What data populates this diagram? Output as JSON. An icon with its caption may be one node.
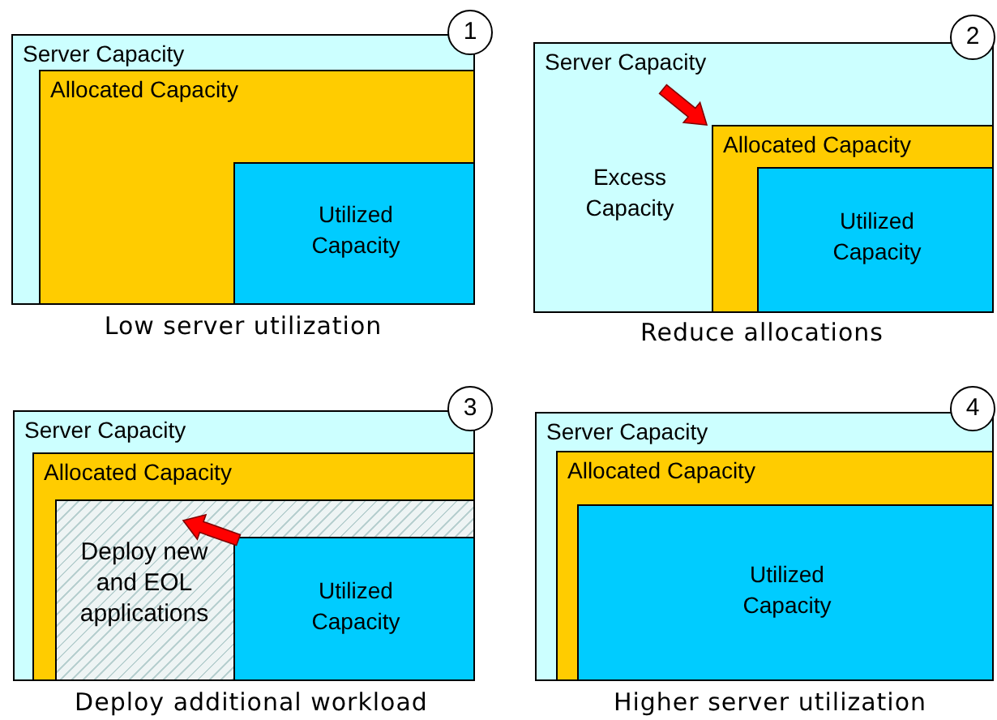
{
  "diagram": {
    "nodes": [
      {
        "text": [
          "Server Capacity"
        ],
        "beside": [
          "Low server utilization"
        ]
      },
      {
        "text": [
          "1"
        ]
      },
      {
        "text": [
          "Allocated Capacity"
        ],
        "in": 0
      },
      {
        "text": [
          "Utilized Capacity"
        ],
        "in": 2
      },
      {
        "text": [
          "Server Capacity",
          "Excess Capacity"
        ],
        "beside": [
          "Reduce allocations"
        ]
      },
      {
        "text": [
          "2"
        ]
      },
      {
        "text": [
          "Allocated Capacity"
        ],
        "in": 4
      },
      {
        "text": [
          "Utilized Capacity"
        ],
        "in": 6
      },
      {
        "text": [
          "Server Capacity"
        ],
        "beside": [
          "Deploy additional workload"
        ]
      },
      {
        "text": [
          "3"
        ]
      },
      {
        "text": [
          "Allocated Capacity"
        ],
        "in": 8
      },
      {
        "text": [
          "Deploy new and EOL applications"
        ],
        "in": 10
      },
      {
        "text": [
          "Utilized Capacity"
        ],
        "in": 11
      },
      {
        "text": [
          "Server Capacity"
        ],
        "beside": [
          "Higher server utilization"
        ]
      },
      {
        "text": [
          "4"
        ]
      },
      {
        "text": [
          "Allocated Capacity"
        ],
        "in": 13
      },
      {
        "text": [
          "Utilized Capacity"
        ],
        "in": 15
      }
    ]
  }
}
